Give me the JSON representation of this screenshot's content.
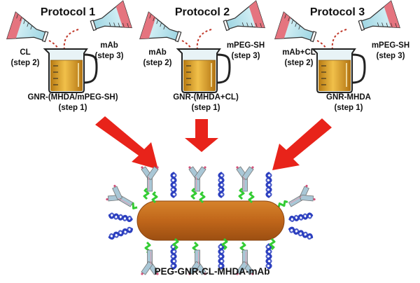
{
  "protocols": [
    {
      "title": "Protocol 1",
      "left_reagent": [
        "CL",
        "(step 2)"
      ],
      "right_reagent": [
        "mAb",
        "(step 3)"
      ],
      "product": [
        "GNR-(MHDA/mPEG-SH)",
        "(step 1)"
      ]
    },
    {
      "title": "Protocol 2",
      "left_reagent": [
        "mAb",
        "(step 2)"
      ],
      "right_reagent": [
        "mPEG-SH",
        "(step 3)"
      ],
      "product": [
        "GNR-(MHDA+CL)",
        "(step 1)"
      ]
    },
    {
      "title": "Protocol 3",
      "left_reagent": [
        "mAb+CL",
        "(step 2)"
      ],
      "right_reagent": [
        "mPEG-SH",
        "(step 3)"
      ],
      "product": [
        "GNR-MHDA",
        "(step 1)"
      ]
    }
  ],
  "final_product": "PEG-GNR-CL-MHDA-mAb",
  "colors": {
    "arrow": "#e8231a",
    "gold_liquid": "#e3a626",
    "nanorod": "#c0661a",
    "peg_coil": "#2c3fbf",
    "linker": "#33cc33",
    "antibody": "#a9c7d6",
    "flask_liquid": "#e5747f",
    "flask_glass": "#bfeaf2",
    "dashed_pour": "#c0392b"
  },
  "icons": [
    "beaker-icon",
    "flask-icon",
    "red-arrow-icon",
    "antibody-icon",
    "peg-coil-icon",
    "gold-nanorod-icon"
  ]
}
